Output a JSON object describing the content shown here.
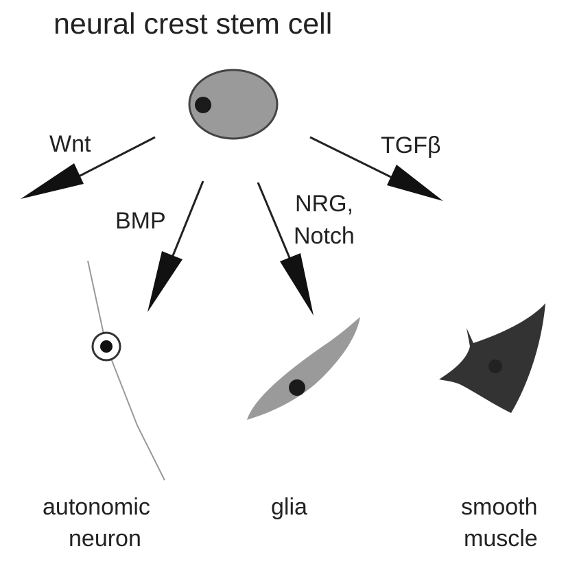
{
  "title": "neural crest stem cell",
  "signals": {
    "wnt": "Wnt",
    "bmp": "BMP",
    "nrg_line1": "NRG,",
    "nrg_line2": "Notch",
    "tgf": "TGFβ"
  },
  "cell_types": {
    "neuron_line1": "autonomic",
    "neuron_line2": "neuron",
    "glia": "glia",
    "muscle_line1": "smooth",
    "muscle_line2": "muscle"
  }
}
